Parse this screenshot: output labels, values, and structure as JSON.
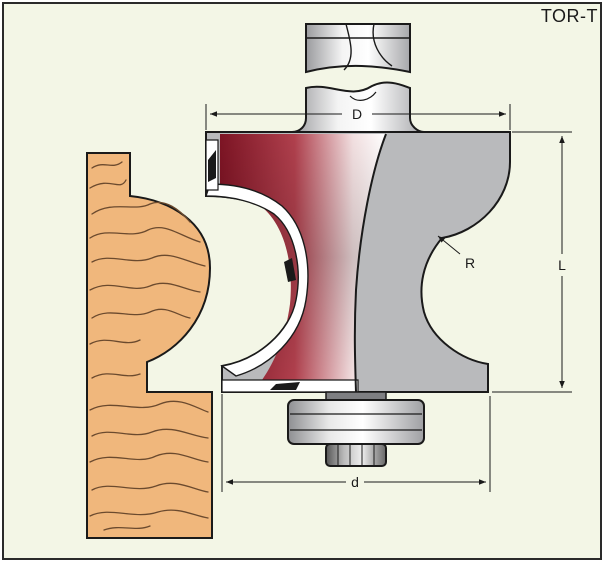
{
  "model_code": "TOR-T",
  "dimensions": {
    "cutting_diameter": "D",
    "bearing_diameter": "d",
    "cutting_length": "L",
    "radius": "R"
  },
  "colors": {
    "background": "#f3f6e6",
    "frame": "#2a2a2a",
    "wood": "#f0b77c",
    "wood_grain": "#6b4a2e",
    "body_gray": "#b9babc",
    "carbide_red": "#8b1c2c",
    "outline": "#1a1a1a"
  }
}
